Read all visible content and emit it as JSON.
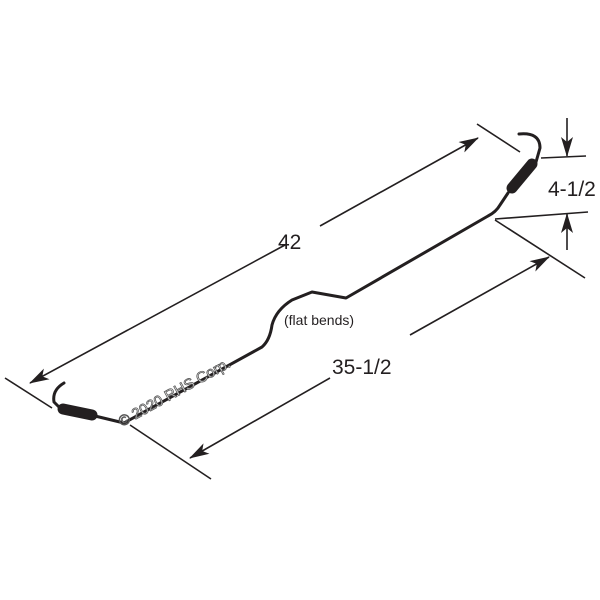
{
  "diagram": {
    "dimensions": {
      "overall_length": "42",
      "inner_length": "35-1/2",
      "offset_height": "4-1/2"
    },
    "note": "(flat bends)",
    "watermark": "© 2020 RHS Corp.",
    "colors": {
      "line": "#231f20",
      "background": "#ffffff"
    }
  }
}
